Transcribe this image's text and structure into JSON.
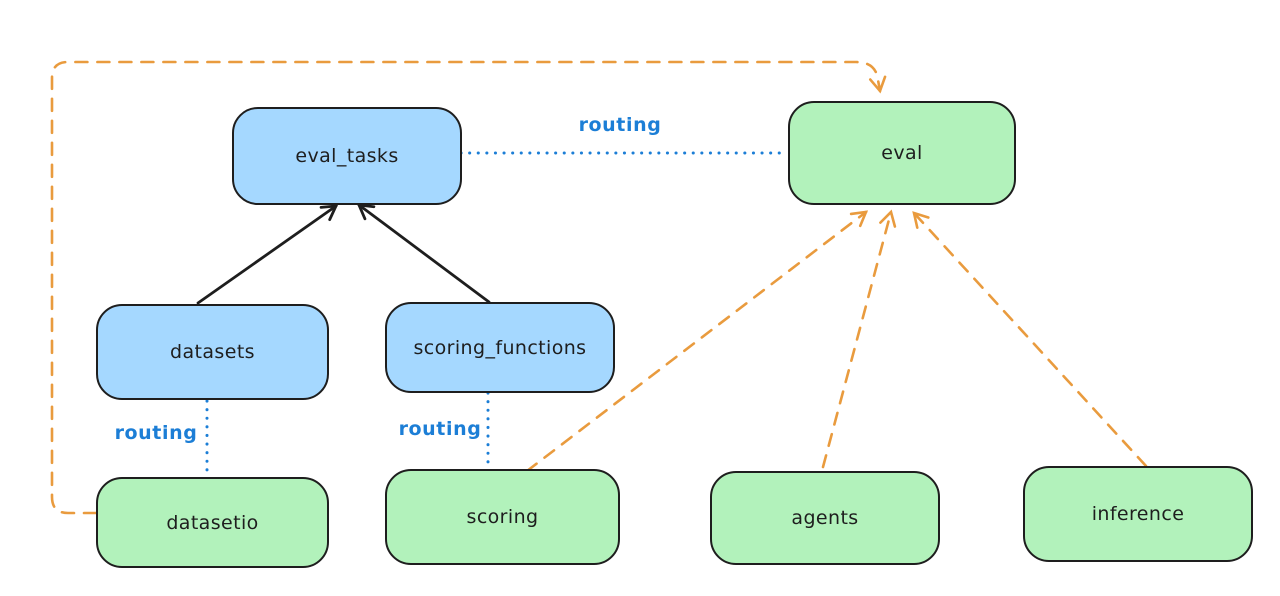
{
  "diagram": {
    "type": "architecture-diagram",
    "nodes": {
      "eval_tasks": {
        "label": "eval_tasks",
        "color": "blue"
      },
      "eval": {
        "label": "eval",
        "color": "green"
      },
      "datasets": {
        "label": "datasets",
        "color": "blue"
      },
      "scoring_functions": {
        "label": "scoring_functions",
        "color": "blue"
      },
      "datasetio": {
        "label": "datasetio",
        "color": "green"
      },
      "scoring": {
        "label": "scoring",
        "color": "green"
      },
      "agents": {
        "label": "agents",
        "color": "green"
      },
      "inference": {
        "label": "inference",
        "color": "green"
      }
    },
    "edge_labels": {
      "routing_eval_tasks_eval": "routing",
      "routing_datasets_datasetio": "routing",
      "routing_scoring_functions_scoring": "routing"
    },
    "edges": [
      {
        "from": "datasets",
        "to": "eval_tasks",
        "style": "solid-black-arrow"
      },
      {
        "from": "scoring_functions",
        "to": "eval_tasks",
        "style": "solid-black-arrow"
      },
      {
        "from": "eval_tasks",
        "to": "eval",
        "style": "dotted-blue",
        "label": "routing"
      },
      {
        "from": "datasets",
        "to": "datasetio",
        "style": "dotted-blue",
        "label": "routing"
      },
      {
        "from": "scoring_functions",
        "to": "scoring",
        "style": "dotted-blue",
        "label": "routing"
      },
      {
        "from": "datasetio",
        "to": "eval",
        "style": "dashed-orange-arrow",
        "path": "around-left-and-top"
      },
      {
        "from": "scoring",
        "to": "eval",
        "style": "dashed-orange-arrow"
      },
      {
        "from": "agents",
        "to": "eval",
        "style": "dashed-orange-arrow"
      },
      {
        "from": "inference",
        "to": "eval",
        "style": "dashed-orange-arrow"
      }
    ],
    "colors": {
      "background": "#ffffff",
      "node_stroke": "#1e1e1e",
      "blue_node_fill": "#a5d8ff",
      "green_node_fill": "#b2f2bb",
      "routing_label_blue": "#1c7ed6",
      "orange_dashed": "#e99b3e",
      "black_arrow": "#1e1e1e"
    }
  }
}
